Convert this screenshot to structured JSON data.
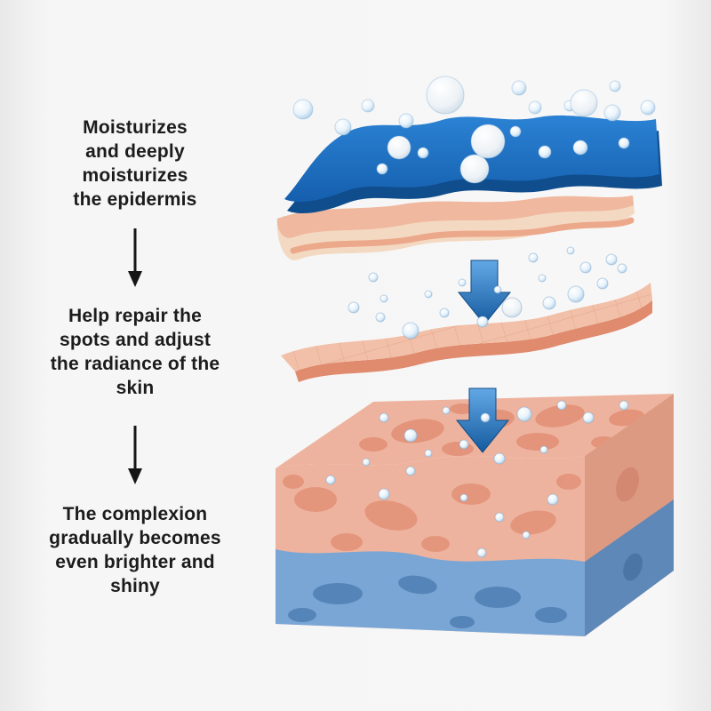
{
  "annotations": {
    "step1": {
      "lines": [
        "Moisturizes",
        "and deeply",
        "moisturizes",
        "the epidermis"
      ]
    },
    "step2": {
      "lines": [
        "Help repair the",
        "spots and adjust",
        "the radiance of the",
        "skin"
      ]
    },
    "step3": {
      "lines": [
        "The complexion",
        "gradually becomes",
        "even brighter and",
        "shiny"
      ]
    }
  },
  "illustration": {
    "colors": {
      "surface_blue": "#1e6fc0",
      "surface_blue_dark": "#0f4d8d",
      "skin_pink_light": "#f4d9c2",
      "skin_pink": "#f0b89e",
      "skin_pink_mid": "#f2c0a8",
      "skin_pink_edge": "#e08a6e",
      "dermis_pink": "#eeb39e",
      "dermis_pink_side": "#dd9a82",
      "dermis_blob": "#e08a70",
      "dermis_blue": "#7aa6d6",
      "dermis_blue_side": "#5d88b8",
      "dermis_blue_blob": "#4d7cb2",
      "arrow_blue": "#1a5fa6",
      "droplet_blue": "#a6c9e6",
      "text_color": "#1c1c1c"
    }
  }
}
